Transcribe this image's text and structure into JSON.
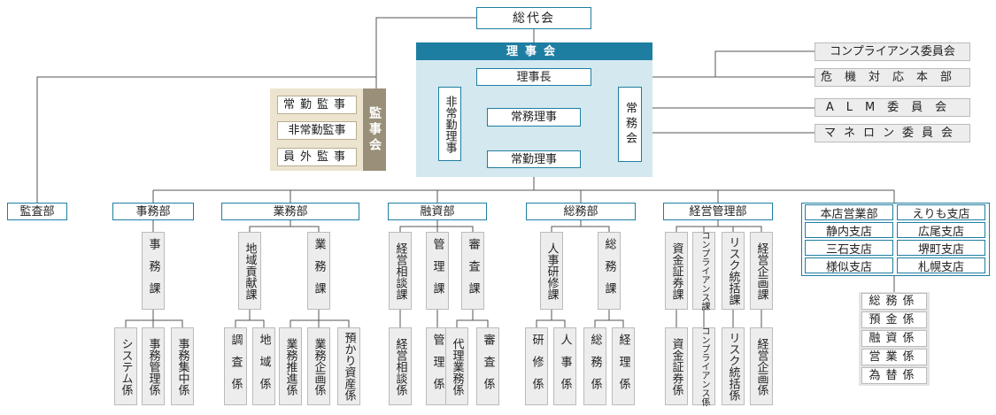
{
  "top": {
    "general_meeting": "総代会"
  },
  "board": {
    "header": "理事会",
    "chairman": "理事長",
    "non_executive": "非常勤理事",
    "managing": "常務理事",
    "fulltime": "常勤理事",
    "executive_committee": "常務会"
  },
  "auditors": {
    "title": "監事会",
    "items": [
      "常勤監事",
      "非常勤監事",
      "員外監事"
    ]
  },
  "committees": [
    "コンプライアンス委員会",
    "危機対応本部",
    "ALM委員会",
    "マネロン委員会"
  ],
  "audit_dept": "監査部",
  "departments": {
    "jimu": {
      "name": "事務部",
      "sections": [
        {
          "name": "事務課",
          "units": [
            "システム係",
            "事務管理係",
            "事務集中係"
          ]
        }
      ]
    },
    "gyomu": {
      "name": "業務部",
      "sections": [
        {
          "name": "地域貢献課",
          "units": [
            "調査係",
            "地域係"
          ]
        },
        {
          "name": "業務課",
          "units": [
            "業務推進係",
            "業務企画係",
            "預かり資産係"
          ]
        }
      ]
    },
    "yushi": {
      "name": "融資部",
      "sections": [
        {
          "name": "経営相談課",
          "units": [
            "経営相談係"
          ]
        },
        {
          "name": "管理課",
          "units": [
            "管理係"
          ]
        },
        {
          "name": "審査課",
          "units": [
            "代理業務係",
            "審査係"
          ]
        }
      ]
    },
    "somu": {
      "name": "総務部",
      "sections": [
        {
          "name": "人事研修課",
          "units": [
            "研修係",
            "人事係"
          ]
        },
        {
          "name": "総務課",
          "units": [
            "総務係",
            "経理係"
          ]
        }
      ]
    },
    "keiei": {
      "name": "経営管理部",
      "sections": [
        {
          "name": "資金証券課",
          "units": [
            "資金証券係"
          ]
        },
        {
          "name": "コンプライアンス課",
          "units": [
            "コンプライアンス係"
          ]
        },
        {
          "name": "リスク統括課",
          "units": [
            "リスク統括係"
          ]
        },
        {
          "name": "経営企画課",
          "units": [
            "経営企画係"
          ]
        }
      ]
    }
  },
  "branches": [
    "本店営業部",
    "えりも支店",
    "静内支店",
    "広尾支店",
    "三石支店",
    "堺町支店",
    "様似支店",
    "札幌支店"
  ],
  "branch_units": [
    "総務係",
    "預金係",
    "融資係",
    "営業係",
    "為替係"
  ]
}
